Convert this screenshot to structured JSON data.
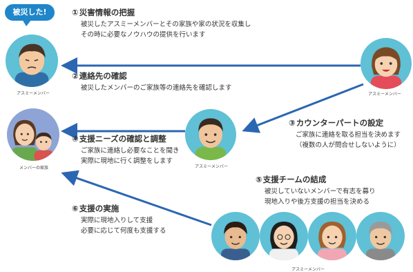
{
  "colors": {
    "accent_blue": "#1f86c9",
    "arrow_blue": "#2b66b2",
    "circle_bg": "#5fc0d6",
    "text": "#333333"
  },
  "badge": "被災した!",
  "steps": [
    {
      "num": "①",
      "title": "災害情報の把握",
      "lines": [
        "被災したアスミーメンバーとその家族や家の状況を収集し",
        "その時に必要なノウハウの提供を行います"
      ]
    },
    {
      "num": "②",
      "title": "連絡先の確認",
      "lines": [
        "被災したメンバーのご家族等の連絡先を確認します"
      ]
    },
    {
      "num": "③",
      "title": "カウンターパートの設定",
      "lines": [
        "ご家族に連絡を取る担当を決めます",
        "（複数の人が問合せしないように）"
      ]
    },
    {
      "num": "④",
      "title": "支援ニーズの確認と調整",
      "lines": [
        "ご家族に連絡し必要なことを聞き",
        "実際に現地に行く調整をします"
      ]
    },
    {
      "num": "⑤",
      "title": "支援チームの結成",
      "lines": [
        "被災していないメンバーで有志を募り",
        "現地入りや後方支援の担当を決める"
      ]
    },
    {
      "num": "⑥",
      "title": "支援の実施",
      "lines": [
        "実際に現地入りして支援",
        "必要に応じて何度も支援する"
      ]
    }
  ],
  "captions": {
    "victim": "アスミーメンバー",
    "right_member": "アスミーメンバー",
    "center_member": "アスミーメンバー",
    "family": "メンバーの家族",
    "team": "アスミーメンバー"
  },
  "icons": [
    "victim-avatar",
    "woman-avatar",
    "man-avatar",
    "family-avatar",
    "team-avatar"
  ]
}
